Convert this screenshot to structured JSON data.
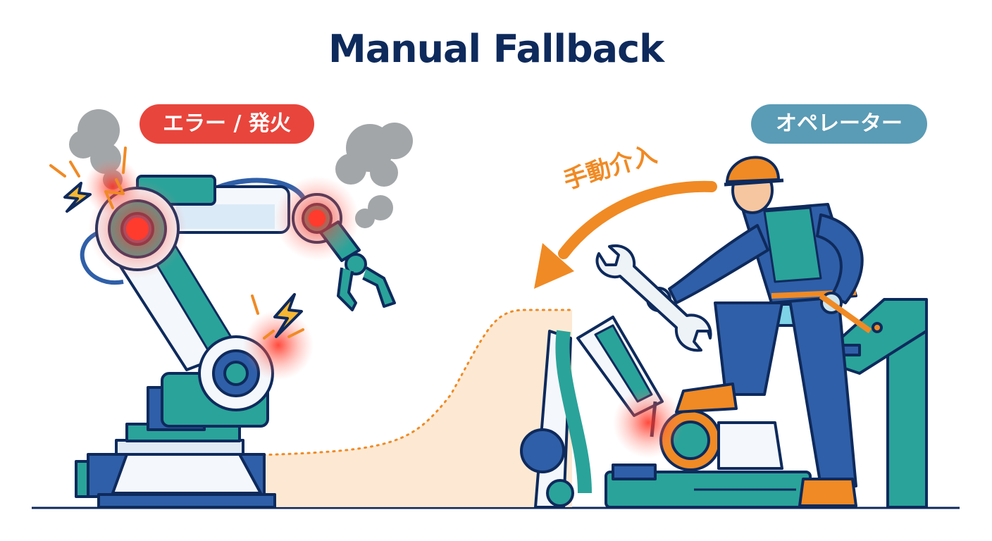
{
  "title": "Manual Fallback",
  "labels": {
    "error": "エラー / 発火",
    "operator": "オペレーター",
    "intervention": "手動介入"
  },
  "colors": {
    "navy": "#0e2a5c",
    "error_red": "#e8453c",
    "operator_blue": "#5a9bb5",
    "accent_orange": "#f08a24",
    "teal": "#2aa39a",
    "robot_blue": "#2f5fa8",
    "smoke_gray": "#a2a6a8"
  }
}
